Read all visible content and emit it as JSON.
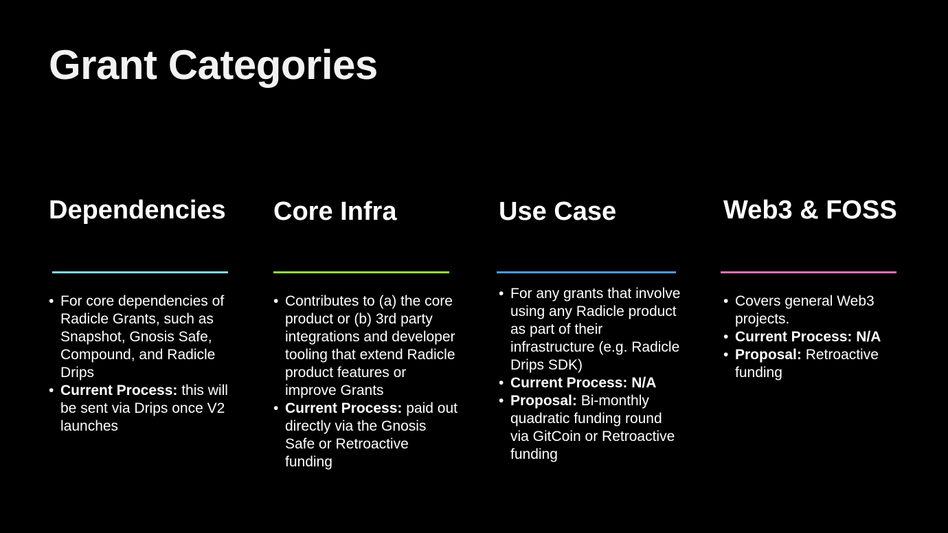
{
  "title": "Grant Categories",
  "columns": [
    {
      "heading": "Dependencies",
      "rule_color": "#7fd8ec",
      "bullets": [
        {
          "bold": "",
          "text": "For core dependencies of Radicle Grants, such as Snapshot, Gnosis Safe, Compound, and Radicle Drips"
        },
        {
          "bold": "Current Process:",
          "text": " this will be sent via Drips once V2 launches"
        }
      ]
    },
    {
      "heading": "Core Infra",
      "rule_color": "#8ee03a",
      "bullets": [
        {
          "bold": "",
          "text": "Contributes to (a) the core product or (b) 3rd party integrations and developer tooling that extend Radicle product features or improve Grants"
        },
        {
          "bold": "Current Process:",
          "text": " paid out directly via the Gnosis Safe or Retroactive funding"
        }
      ]
    },
    {
      "heading": "Use Case",
      "rule_color": "#4f97ec",
      "bullets": [
        {
          "bold": "",
          "text": "For any grants that involve using any Radicle product as part of their infrastructure (e.g. Radicle Drips SDK)"
        },
        {
          "bold": "Current Process: N/A",
          "text": ""
        },
        {
          "bold": "Proposal:",
          "text": " Bi-monthly quadratic funding round via GitCoin or Retroactive funding"
        }
      ]
    },
    {
      "heading": "Web3 & FOSS",
      "rule_color": "#e36fb4",
      "bullets": [
        {
          "bold": "",
          "text": "Covers general Web3 projects."
        },
        {
          "bold": "Current Process: N/A",
          "text": ""
        },
        {
          "bold": "Proposal:",
          "text": " Retroactive funding"
        }
      ]
    }
  ]
}
